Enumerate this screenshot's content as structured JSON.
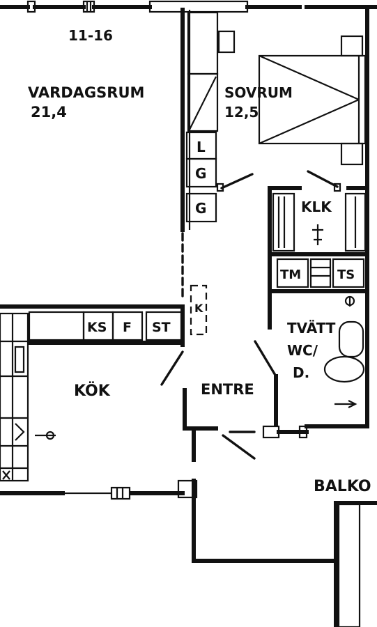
{
  "rooms": {
    "apartment_id": "11-16",
    "living": {
      "name": "VARDAGSRUM",
      "area": "21,4"
    },
    "bedroom": {
      "name": "SOVRUM",
      "area": "12,5"
    },
    "kitchen": {
      "name": "KÖK"
    },
    "entrance": {
      "name": "ENTRE"
    },
    "laundry": {
      "line1": "TVÄTT",
      "line2": "WC/",
      "line3": "D."
    },
    "closet": {
      "name": "KLK"
    },
    "balcony": {
      "name": "BALKO"
    }
  },
  "fixtures": {
    "wardrobe_l": "L",
    "wardrobe_g1": "G",
    "wardrobe_g2": "G",
    "fridge": "KS",
    "freezer": "F",
    "storage": "ST",
    "washer": "TM",
    "dryer": "TS",
    "k_cabinet": "K"
  },
  "colors": {
    "ink": "#111111",
    "paper": "#ffffff"
  }
}
